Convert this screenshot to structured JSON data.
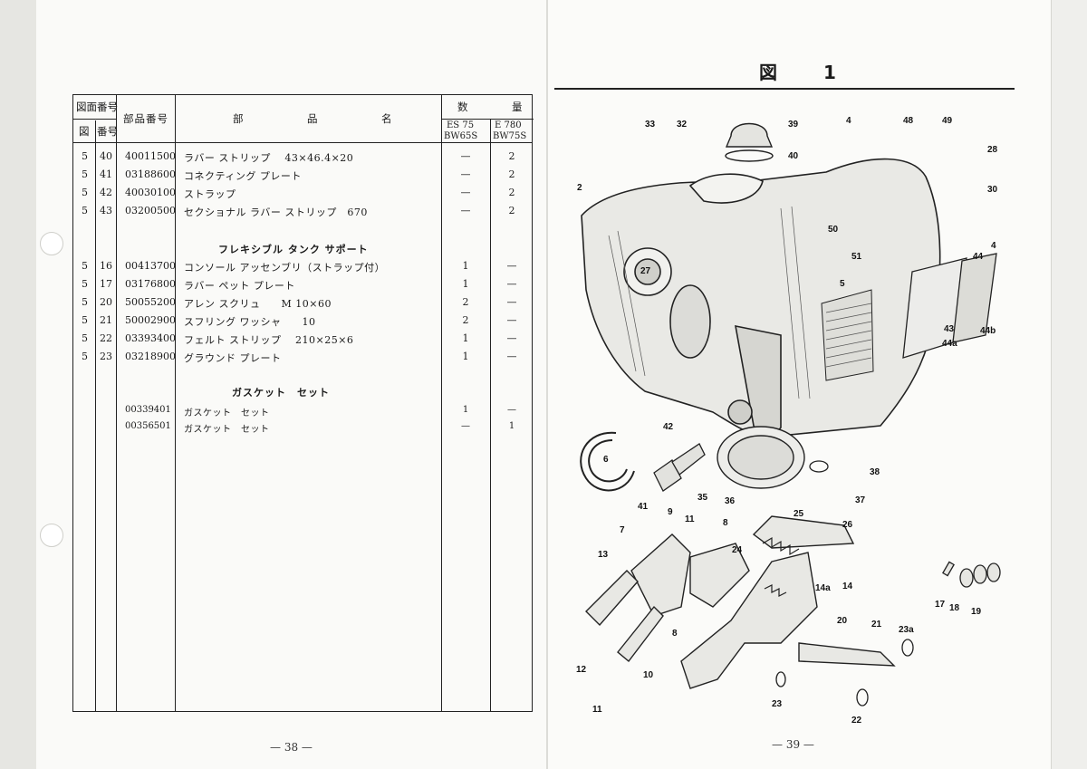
{
  "left_page": {
    "table": {
      "header": {
        "fig_group": "図面番号",
        "fig": "図",
        "no": "番号",
        "part_no": "部品番号",
        "name_chars": [
          "部",
          "品",
          "名"
        ],
        "qty": "数",
        "qty2": "量",
        "col1_line1": "ES 75",
        "col1_line2": "BW65S",
        "col2_line1": "E 780",
        "col2_line2": "BW75S"
      },
      "rows": [
        {
          "fig": "5",
          "no": "40",
          "part": "40011500",
          "name": "ラバー ストリップ　 43×46.4×20",
          "q1": "—",
          "q2": "2"
        },
        {
          "fig": "5",
          "no": "41",
          "part": "03188600",
          "name": "コネクティング プレート",
          "q1": "—",
          "q2": "2"
        },
        {
          "fig": "5",
          "no": "42",
          "part": "40030100",
          "name": "ストラップ",
          "q1": "—",
          "q2": "2"
        },
        {
          "fig": "5",
          "no": "43",
          "part": "03200500",
          "name": "セクショナル ラバー ストリップ　670",
          "q1": "—",
          "q2": "2"
        },
        {
          "fig": "5",
          "no": "16",
          "part": "00413700",
          "name": "コンソール アッセンブリ（ストラップ付）",
          "q1": "1",
          "q2": "—"
        },
        {
          "fig": "5",
          "no": "17",
          "part": "03176800",
          "name": "ラバー ペット プレート",
          "q1": "1",
          "q2": "—"
        },
        {
          "fig": "5",
          "no": "20",
          "part": "50055200",
          "name": "アレン スクリュ　　M 10×60",
          "q1": "2",
          "q2": "—"
        },
        {
          "fig": "5",
          "no": "21",
          "part": "50002900",
          "name": "スフリング ワッシャ　　10",
          "q1": "2",
          "q2": "—"
        },
        {
          "fig": "5",
          "no": "22",
          "part": "03393400",
          "name": "フェルト ストリップ　 210×25×6",
          "q1": "1",
          "q2": "—"
        },
        {
          "fig": "5",
          "no": "23",
          "part": "03218900",
          "name": "グラウンド プレート",
          "q1": "1",
          "q2": "—"
        },
        {
          "fig": "",
          "no": "",
          "part": "00339401",
          "name": "ガスケット　セット",
          "q1": "1",
          "q2": "—"
        },
        {
          "fig": "",
          "no": "",
          "part": "00356501",
          "name": "ガスケット　セット",
          "q1": "—",
          "q2": "1"
        }
      ],
      "sections": [
        "フレキシブル タンク サポート",
        "ガスケット　セット"
      ]
    },
    "page_number": "— 38 —"
  },
  "right_page": {
    "title": "図 1",
    "page_number": "— 39 —",
    "callouts": [
      "33",
      "32",
      "39",
      "40",
      "4",
      "48",
      "49",
      "28",
      "30",
      "2",
      "50",
      "51",
      "27",
      "5",
      "4",
      "44",
      "43",
      "44a",
      "44b",
      "42",
      "6",
      "38",
      "41",
      "35",
      "36",
      "37",
      "25",
      "26",
      "7",
      "9",
      "11",
      "8",
      "13",
      "24",
      "14",
      "14a",
      "20",
      "12",
      "10",
      "11",
      "8",
      "21",
      "23a",
      "23",
      "22",
      "17",
      "18",
      "19"
    ]
  }
}
